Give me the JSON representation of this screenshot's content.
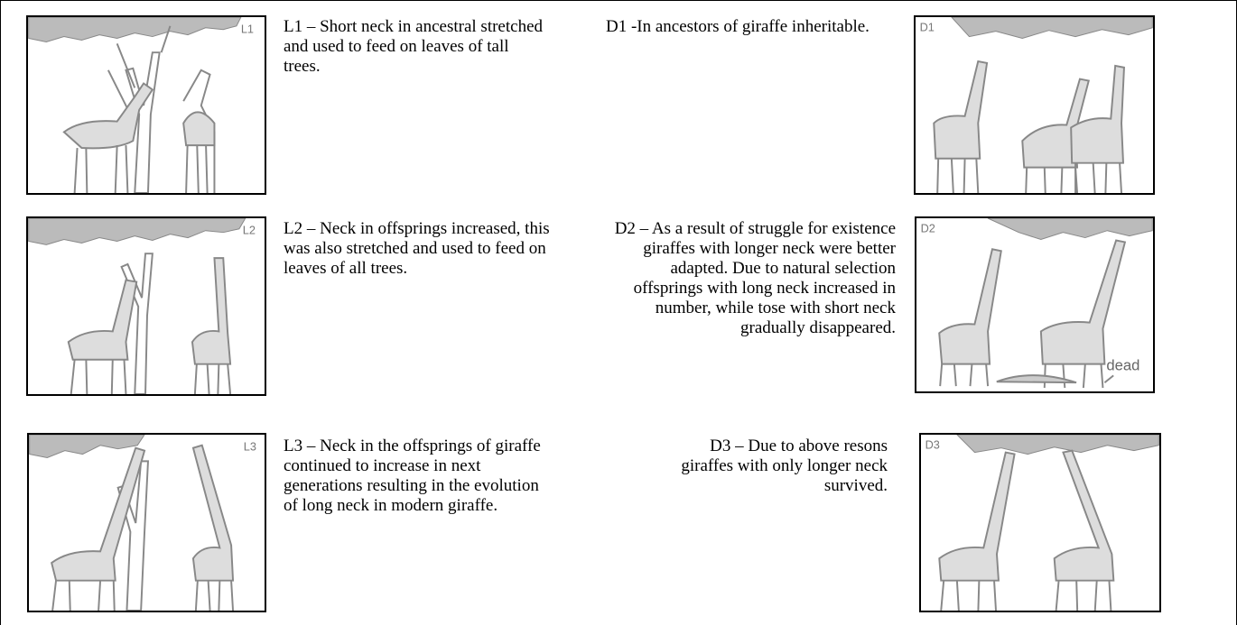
{
  "lamarck": [
    {
      "tag": "L1",
      "caption": "L1 – Short neck in ancestral stretched and used to feed on leaves of tall trees."
    },
    {
      "tag": "L2",
      "caption": "L2 – Neck in offsprings increased, this was also stretched and used to feed on leaves of all trees."
    },
    {
      "tag": "L3",
      "caption": "L3 – Neck in the offsprings of giraffe continued to increase in next generations resulting in the evolution of long neck in modern giraffe."
    }
  ],
  "darwin": [
    {
      "tag": "D1",
      "caption": "D1 -In ancestors of giraffe inheritable."
    },
    {
      "tag": "D2",
      "caption": "D2 – As a result of struggle for existence giraffes with longer neck were better adapted. Due to natural selection offsprings with long neck increased in number, while tose with short neck gradually disappeared.",
      "label": "dead"
    },
    {
      "tag": "D3",
      "caption": "D3 – Due to above resons giraffes with only longer neck survived."
    }
  ],
  "colors": {
    "drawing": "#8a8a8a",
    "border": "#000000"
  }
}
